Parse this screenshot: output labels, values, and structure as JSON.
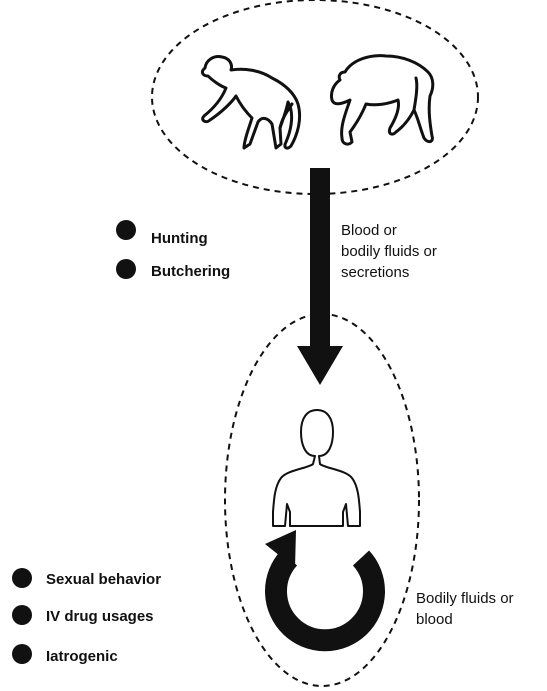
{
  "transmission_from_primates": {
    "routes": [
      "Hunting",
      "Butchering"
    ],
    "fluids_label_lines": [
      "Blood or",
      "bodily fluids or",
      "secretions"
    ]
  },
  "human_to_human": {
    "routes": [
      "Sexual behavior",
      "IV drug usages",
      "Iatrogenic"
    ],
    "fluids_label_lines": [
      "Bodily fluids or",
      "blood"
    ]
  },
  "icons": {
    "source_group": [
      "monkey-icon",
      "chimpanzee-icon"
    ],
    "host": "human-bust-icon"
  },
  "colors": {
    "ink": "#111111",
    "background": "#ffffff"
  }
}
